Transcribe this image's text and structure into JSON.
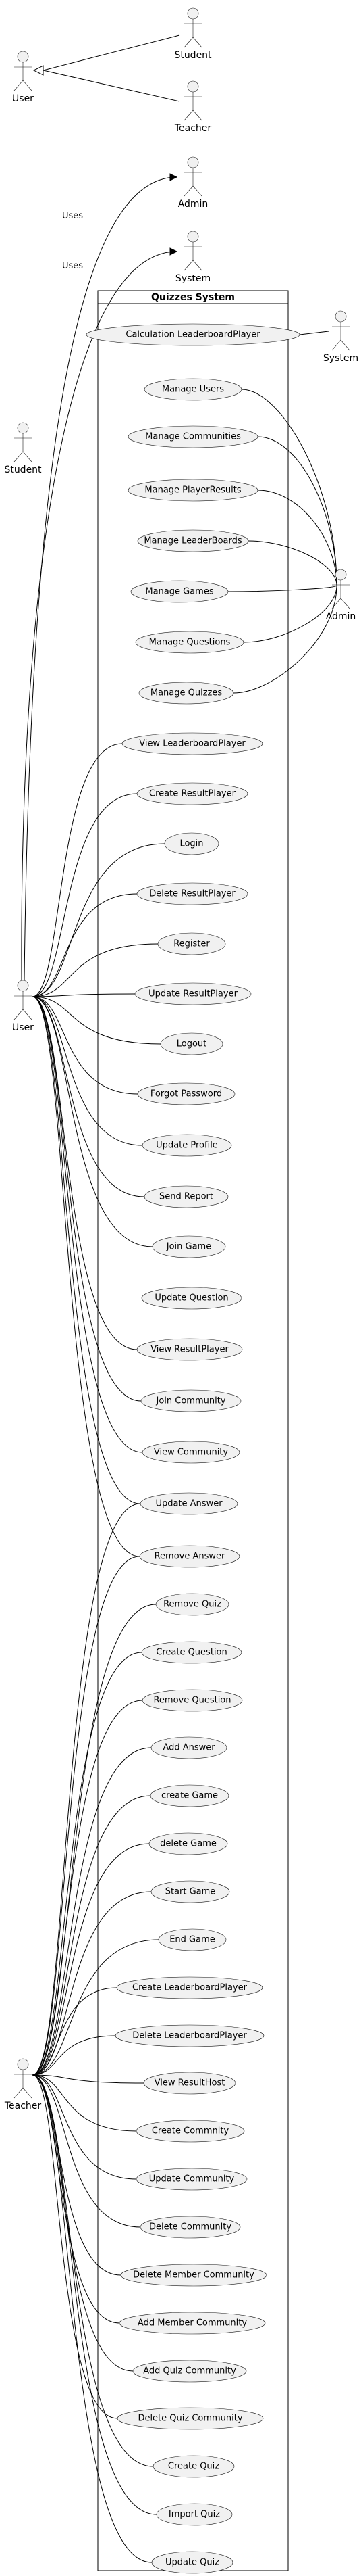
{
  "system": {
    "title": "Quizzes System"
  },
  "actors": {
    "user_top": "User",
    "student_top": "Student",
    "teacher_top": "Teacher",
    "admin_top": "Admin",
    "system_top": "System",
    "system_right": "System",
    "student_left": "Student",
    "admin_right": "Admin",
    "user_main": "User",
    "teacher_main": "Teacher"
  },
  "edge_labels": {
    "uses_admin": "Uses",
    "uses_system": "Uses"
  },
  "use_cases": [
    "Calculation LeaderboardPlayer",
    "Manage Users",
    "Manage Communities",
    "Manage PlayerResults",
    "Manage LeaderBoards",
    "Manage Games",
    "Manage Questions",
    "Manage Quizzes",
    "View LeaderboardPlayer",
    "Create ResultPlayer",
    "Login",
    "Delete ResultPlayer",
    "Register",
    "Update ResultPlayer",
    "Logout",
    "Forgot Password",
    "Update Profile",
    "Send Report",
    "Join Game",
    "Update Question",
    "View ResultPlayer",
    "Join Community",
    "View Community",
    "Update Answer",
    "Remove Answer",
    "Remove Quiz",
    "Create Question",
    "Remove Question",
    "Add Answer",
    "create Game",
    "delete Game",
    "Start Game",
    "End Game",
    "Create LeaderboardPlayer",
    "Delete LeaderboardPlayer",
    "View ResultHost",
    "Create Commnity",
    "Update Community",
    "Delete Community",
    "Delete Member Community",
    "Add Member Community",
    "Add Quiz Community",
    "Delete Quiz Community",
    "Create Quiz",
    "Import Quiz",
    "Update Quiz"
  ]
}
